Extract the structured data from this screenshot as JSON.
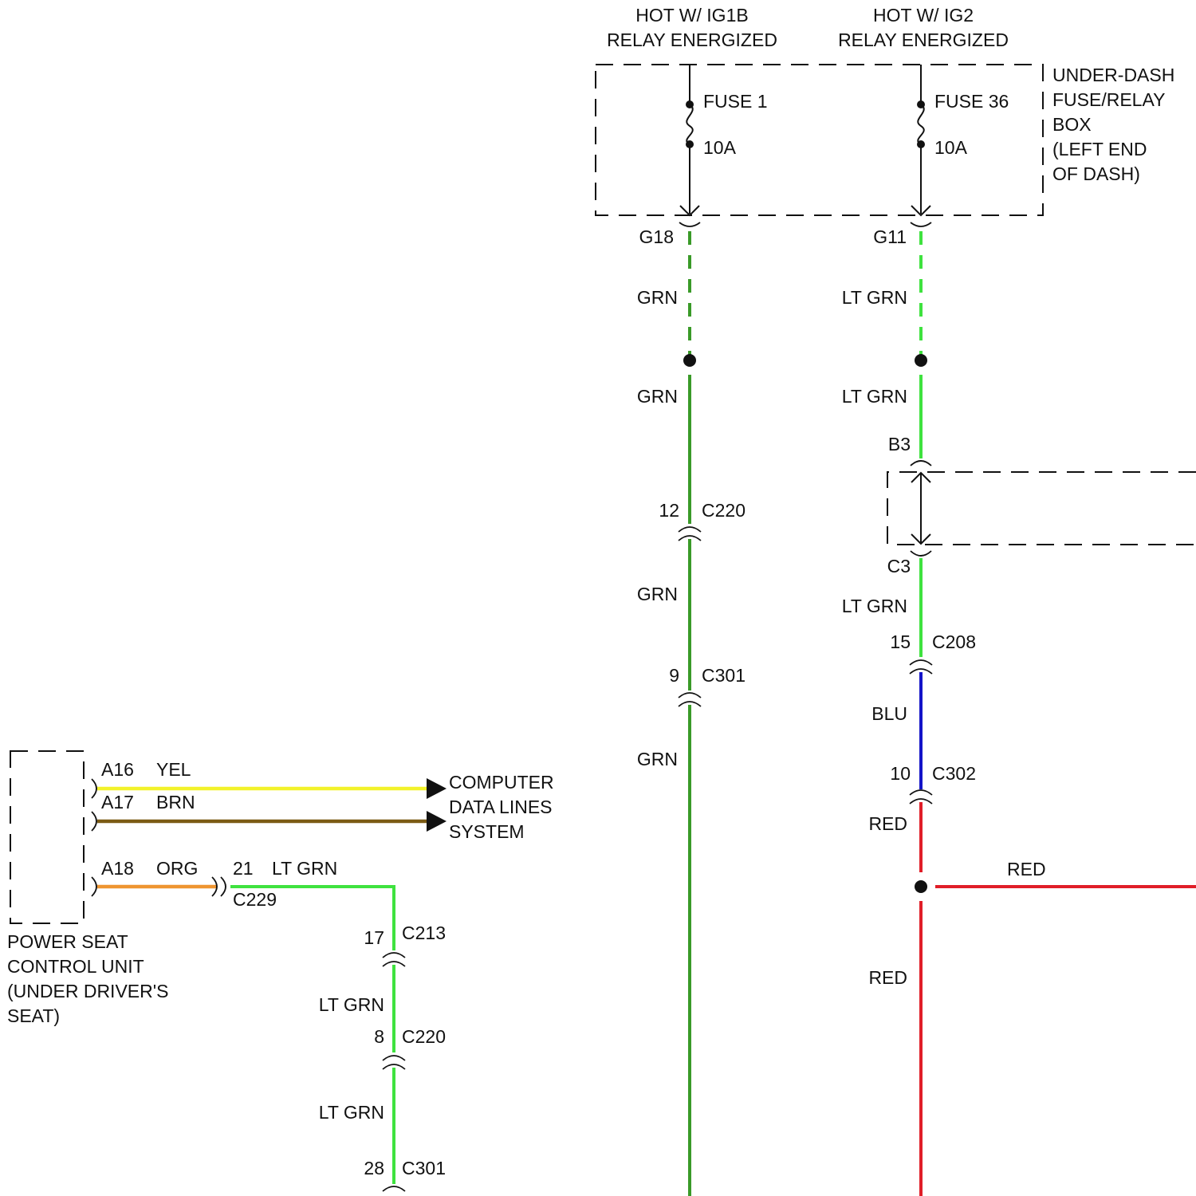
{
  "colors": {
    "grn": "#3a9a28",
    "lt_grn": "#3fe23f",
    "blu": "#1414c8",
    "red": "#e01e28",
    "yel": "#f2f22a",
    "brn": "#7b5b14",
    "org": "#ee9530",
    "ink": "#111111"
  },
  "sources": {
    "ig1b_line1": "HOT W/ IG1B",
    "ig1b_line2": "RELAY ENERGIZED",
    "ig2_line1": "HOT W/ IG2",
    "ig2_line2": "RELAY ENERGIZED"
  },
  "fuse_box": {
    "label_lines": [
      "UNDER-DASH",
      "FUSE/RELAY",
      "BOX",
      "(LEFT END",
      "OF DASH)"
    ],
    "fuse1_name": "FUSE 1",
    "fuse1_rating": "10A",
    "fuse36_name": "FUSE 36",
    "fuse36_rating": "10A"
  },
  "grn_circuit": {
    "terminal": "G18",
    "wire_labels": [
      "GRN",
      "GRN",
      "GRN",
      "GRN"
    ],
    "connectors": [
      {
        "pin": "12",
        "name": "C220"
      },
      {
        "pin": "9",
        "name": "C301"
      }
    ]
  },
  "lt_grn_circuit": {
    "terminal": "G11",
    "wire_labels": [
      "LT GRN",
      "LT GRN",
      "LT GRN"
    ],
    "junction_top": "B3",
    "junction_bottom": "C3",
    "connectors": [
      {
        "pin": "15",
        "name": "C208"
      },
      {
        "pin": "10",
        "name": "C302"
      }
    ],
    "blu_label": "BLU",
    "red_labels": [
      "RED",
      "RED"
    ],
    "red_branch_label": "RED"
  },
  "power_seat_unit": {
    "label_lines": [
      "POWER SEAT",
      "CONTROL UNIT",
      "(UNDER DRIVER'S",
      "SEAT)"
    ],
    "pins": [
      {
        "pin": "A16",
        "color": "YEL"
      },
      {
        "pin": "A17",
        "color": "BRN"
      },
      {
        "pin": "A18",
        "color": "ORG"
      }
    ]
  },
  "data_lines": {
    "label_lines": [
      "COMPUTER",
      "DATA LINES",
      "SYSTEM"
    ]
  },
  "seat_circuit": {
    "c229_pin": "21",
    "c229_wire": "LT GRN",
    "c229_name": "C229",
    "connectors": [
      {
        "pin": "17",
        "name": "C213"
      },
      {
        "pin": "8",
        "name": "C220"
      },
      {
        "pin": "28",
        "name": "C301"
      }
    ],
    "wire_labels": [
      "LT GRN",
      "LT GRN"
    ]
  }
}
